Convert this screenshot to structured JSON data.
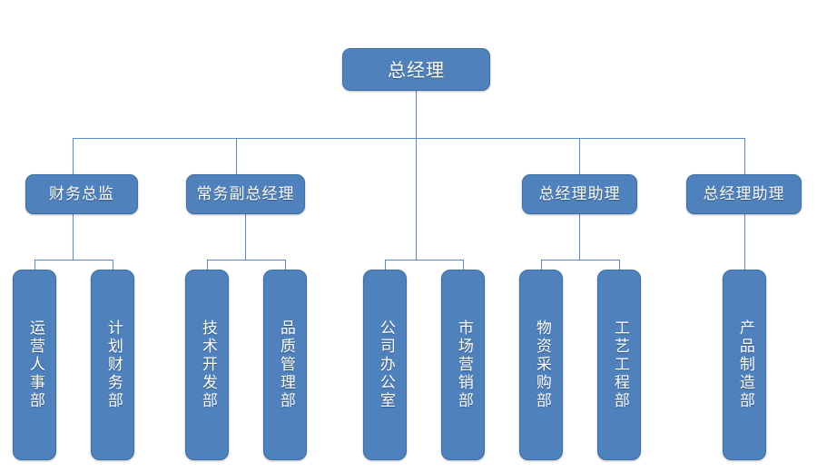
{
  "chart_data": {
    "type": "diagram",
    "diagram_type": "organization-chart",
    "title": "",
    "orientation": "top-down",
    "node_fill_color": "#4f81bd",
    "node_border_color": "#3a6ea5",
    "connector_color": "#5b8bc4",
    "text_color": "#ffffff",
    "background_color": "#ffffff",
    "levels": 3,
    "node_count": 14,
    "nodes": [
      {
        "id": "n0",
        "label": "总经理",
        "level": 1,
        "text_direction": "horizontal",
        "parent": null
      },
      {
        "id": "n1",
        "label": "财务总监",
        "level": 2,
        "text_direction": "horizontal",
        "parent": "n0"
      },
      {
        "id": "n2",
        "label": "常务副总经理",
        "level": 2,
        "text_direction": "horizontal",
        "parent": "n0"
      },
      {
        "id": "n3",
        "label": "总经理助理",
        "level": 2,
        "text_direction": "horizontal",
        "parent": "n0"
      },
      {
        "id": "n4",
        "label": "总经理助理",
        "level": 2,
        "text_direction": "horizontal",
        "parent": "n0"
      },
      {
        "id": "n5",
        "label": "运营人事部",
        "level": 3,
        "text_direction": "vertical",
        "parent": "n1"
      },
      {
        "id": "n6",
        "label": "计划财务部",
        "level": 3,
        "text_direction": "vertical",
        "parent": "n1"
      },
      {
        "id": "n7",
        "label": "技术开发部",
        "level": 3,
        "text_direction": "vertical",
        "parent": "n2"
      },
      {
        "id": "n8",
        "label": "品质管理部",
        "level": 3,
        "text_direction": "vertical",
        "parent": "n2"
      },
      {
        "id": "n9",
        "label": "公司办公室",
        "level": 3,
        "text_direction": "vertical",
        "parent": "n0"
      },
      {
        "id": "n10",
        "label": "市场营销部",
        "level": 3,
        "text_direction": "vertical",
        "parent": "n0"
      },
      {
        "id": "n11",
        "label": "物资采购部",
        "level": 3,
        "text_direction": "vertical",
        "parent": "n3"
      },
      {
        "id": "n12",
        "label": "工艺工程部",
        "level": 3,
        "text_direction": "vertical",
        "parent": "n3"
      },
      {
        "id": "n13",
        "label": "产品制造部",
        "level": 3,
        "text_direction": "vertical",
        "parent": "n4"
      }
    ],
    "tier1": {
      "label": "总经理"
    },
    "tier2": [
      {
        "label": "财务总监"
      },
      {
        "label": "常务副总经理"
      },
      {
        "label": "总经理助理"
      },
      {
        "label": "总经理助理"
      }
    ],
    "tier3": [
      {
        "label": "运营人事部"
      },
      {
        "label": "计划财务部"
      },
      {
        "label": "技术开发部"
      },
      {
        "label": "品质管理部"
      },
      {
        "label": "公司办公室"
      },
      {
        "label": "市场营销部"
      },
      {
        "label": "物资采购部"
      },
      {
        "label": "工艺工程部"
      },
      {
        "label": "产品制造部"
      }
    ]
  }
}
